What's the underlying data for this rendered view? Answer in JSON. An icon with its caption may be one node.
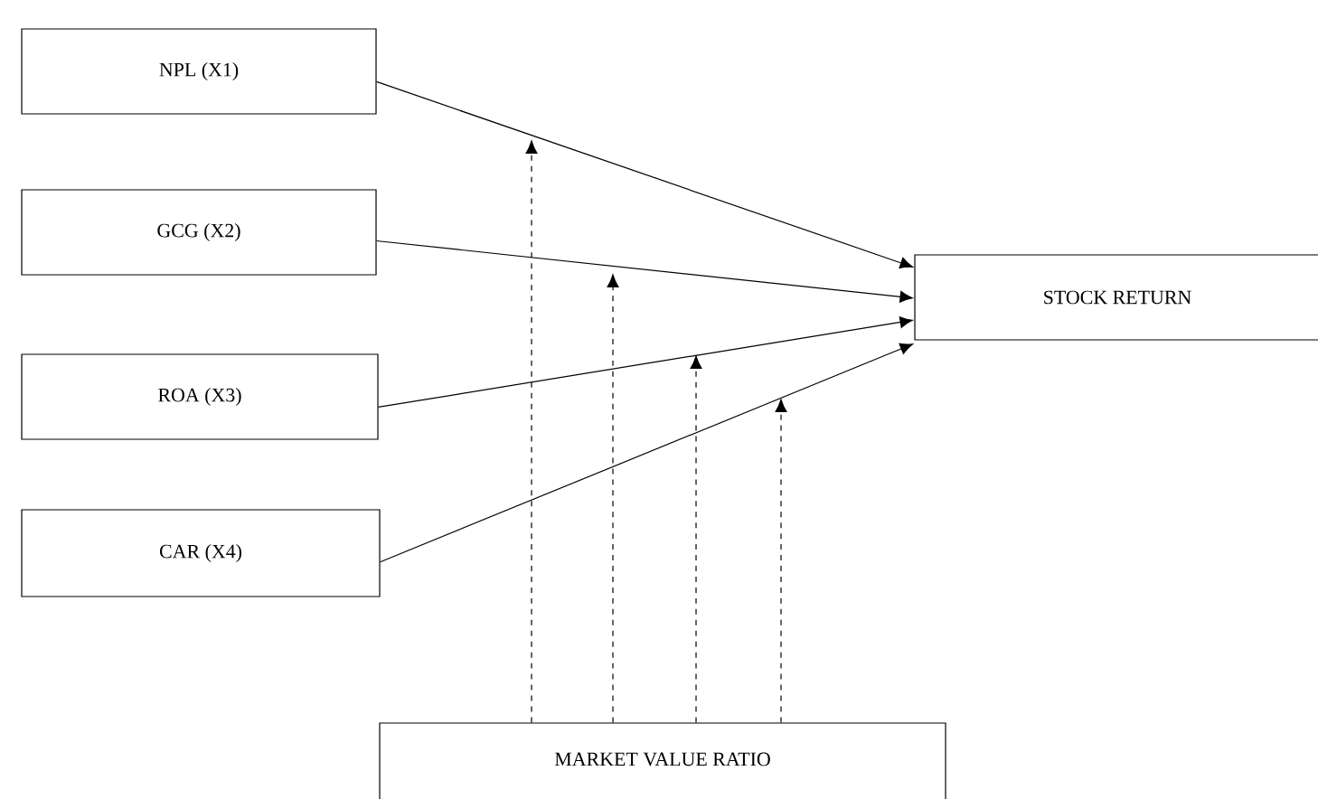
{
  "diagram": {
    "nodes": [
      {
        "text": [
          "NPL (X1)"
        ]
      },
      {
        "text": [
          "GCG (X2)"
        ]
      },
      {
        "text": [
          "ROA (X3)"
        ]
      },
      {
        "text": [
          "CAR (X4)"
        ]
      },
      {
        "text": [
          "STOCK RETURN"
        ]
      },
      {
        "text": [
          "MARKET VALUE RATIO"
        ]
      }
    ],
    "edges": [
      {
        "from": 0,
        "to": 4,
        "arrow": "to"
      },
      {
        "from": 1,
        "to": 4,
        "arrow": "to"
      },
      {
        "from": 2,
        "to": 4,
        "arrow": "to"
      },
      {
        "from": 3,
        "to": 4,
        "arrow": "to"
      },
      {
        "from": 5,
        "to": null,
        "arrow": "to",
        "style": "dashed"
      },
      {
        "from": 5,
        "to": null,
        "arrow": "to",
        "style": "dashed"
      },
      {
        "from": 5,
        "to": null,
        "arrow": "to",
        "style": "dashed"
      },
      {
        "from": 5,
        "to": null,
        "arrow": "to",
        "style": "dashed"
      }
    ]
  }
}
